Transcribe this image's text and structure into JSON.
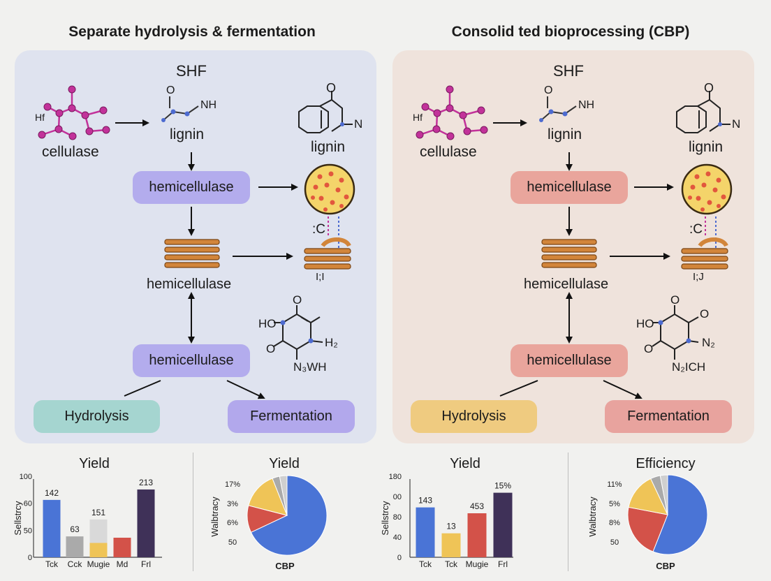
{
  "colors": {
    "left_box": "#b3aced",
    "right_box": "#e9a59c",
    "hydrolysis_left": "#a5d5d0",
    "fermentation_left": "#b2a8ec",
    "hydrolysis_right": "#efcb80",
    "fermentation_right": "#e8a39e",
    "molecule_node": "#c2329a",
    "nitrogen_node": "#4d6bd0",
    "fiber": "#d2853a",
    "blue": "#4a74d6",
    "gray": "#aaaaaa",
    "yellow": "#efc457",
    "red": "#d35249",
    "purple": "#3f3158"
  },
  "left": {
    "title": "Separate hydrolysis & fermentation",
    "panel_title": "SHF",
    "cellulase": "cellulase",
    "lignin_a": "lignin",
    "lignin_b": "lignin",
    "box1": "hemicellulase",
    "label_mid": "hemicellulase",
    "box2": "hemicellulase",
    "hydrolysis": "Hydrolysis",
    "fermentation": "Fermentation",
    "mol_nh": "NH",
    "mol_o": "O",
    "mol_hf": "Hf",
    "mol_o2": "O",
    "mol_n2": "N",
    "mol_c": ":C",
    "mol_hj": "I;I",
    "mol_ho": "HO",
    "mol_h2": "H₂",
    "mol_nwh": "N₃WH",
    "mol_o3": "O",
    "mol_o4": "O"
  },
  "right": {
    "title": "Consolid ted bioprocessing (CBP)",
    "panel_title": "SHF",
    "cellulase": "cellulase",
    "lignin_a": "lignin",
    "lignin_b": "lignin",
    "box1": "hemicellulase",
    "label_mid": "hemicellulase",
    "box2": "hemicellulase",
    "hydrolysis": "Hydrolysis",
    "fermentation": "Fermentation",
    "mol_nh": "NH",
    "mol_o": "O",
    "mol_hf": "Hf",
    "mol_o2": "O",
    "mol_n2": "N",
    "mol_c": ":C",
    "mol_hj": "I;J",
    "mol_ho": "HO",
    "mol_n3": "N₂",
    "mol_nich": "N₂ICH",
    "mol_o3": "O",
    "mol_o4": "O",
    "mol_o5": "O"
  },
  "chart_data": [
    {
      "type": "bar",
      "title": "Yield",
      "ylabel": "Sellstrcy",
      "yticks": [
        "100",
        "60",
        "50",
        "0"
      ],
      "categories": [
        "Tck",
        "Cck",
        "Mugie",
        "Md",
        "Frl"
      ],
      "values": [
        88,
        32,
        58,
        30,
        104
      ],
      "stacked_lower": [
        null,
        null,
        22,
        null,
        null
      ],
      "data_labels": [
        "142",
        "63",
        "151",
        "",
        "213"
      ],
      "colors": [
        "#4a74d6",
        "#aaaaaa",
        "#efc457",
        "#d35249",
        "#3f3158"
      ],
      "upper_colors": [
        null,
        null,
        "#d9d9d9",
        null,
        null
      ],
      "ylim": [
        0,
        120
      ]
    },
    {
      "type": "pie",
      "title": "Yield",
      "ylabel": "Walbtracy",
      "yticks": [
        "17%",
        "3%",
        "6%",
        "50"
      ],
      "xlabel": "CBP",
      "slices": [
        {
          "value": 68,
          "color": "#4a74d6"
        },
        {
          "value": 11,
          "color": "#d35249"
        },
        {
          "value": 15,
          "color": "#efc457"
        },
        {
          "value": 3,
          "color": "#aaaaaa"
        },
        {
          "value": 3,
          "color": "#cfcfcf"
        }
      ]
    },
    {
      "type": "bar",
      "title": "Yield",
      "ylabel": "Sellstrcy",
      "yticks": [
        "180",
        "00",
        "80",
        "40",
        "0"
      ],
      "categories": [
        "Tck",
        "Tck",
        "Mugie",
        "Frl"
      ],
      "values": [
        102,
        49,
        90,
        132
      ],
      "data_labels": [
        "143",
        "13",
        "453",
        "15%"
      ],
      "colors": [
        "#4a74d6",
        "#efc457",
        "#d35249",
        "#3f3158"
      ],
      "ylim": [
        0,
        160
      ]
    },
    {
      "type": "pie",
      "title": "Efficiency",
      "ylabel": "Walbtracy",
      "yticks": [
        "11%",
        "5%",
        "8%",
        "50"
      ],
      "xlabel": "CBP",
      "slices": [
        {
          "value": 56,
          "color": "#4a74d6"
        },
        {
          "value": 22,
          "color": "#d35249"
        },
        {
          "value": 15,
          "color": "#efc457"
        },
        {
          "value": 4,
          "color": "#aaaaaa"
        },
        {
          "value": 3,
          "color": "#cfcfcf"
        }
      ]
    }
  ]
}
